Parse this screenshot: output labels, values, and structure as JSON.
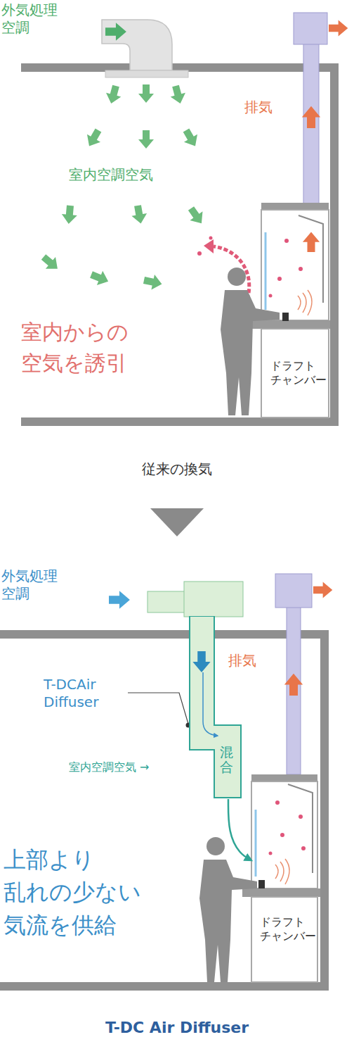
{
  "diagram": {
    "nodes": [
      {
        "text": [
          "ドラフト チャンバー"
        ]
      },
      {
        "text": [
          "混合"
        ]
      },
      {
        "text": [
          "ドラフト チャンバー"
        ]
      }
    ],
    "edges": [
      {
        "from": 1,
        "to": 2,
        "arrow": "to"
      }
    ],
    "labels": [
      "外気処理 空調",
      "室内空調空気",
      "排気",
      "室内からの 空気を誘引",
      "従来の換気",
      "外気処理 空調",
      "排気",
      "T-DCAir Diffuser",
      "室内空調空気 →",
      "上部より 乱れの少ない 気流を供給",
      "T-DC Air Diffuser"
    ]
  }
}
